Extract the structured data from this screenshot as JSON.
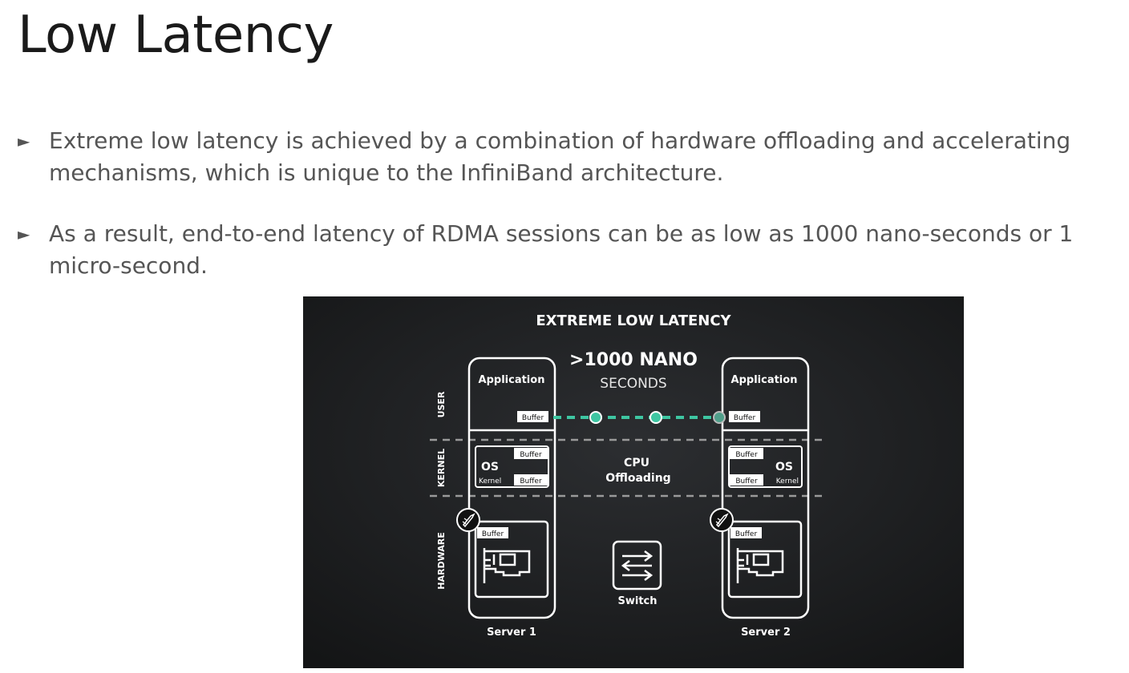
{
  "slide": {
    "title": "Low Latency",
    "bullets": [
      "Extreme low latency is achieved by a combination of hardware offloading and accelerating mechanisms, which is unique to the InfiniBand architecture.",
      "As a result, end-to-end latency of RDMA sessions can be as low as 1000 nano-seconds or 1 micro-second."
    ],
    "bullet_marker": "►"
  },
  "diagram": {
    "heading": "EXTREME LOW LATENCY",
    "latency_value": ">1000 NANO",
    "latency_unit": "SECONDS",
    "layers": {
      "user": "USER",
      "kernel": "KERNEL",
      "hardware": "HARDWARE"
    },
    "cpu_offloading": [
      "CPU",
      "Offloading"
    ],
    "switch_label": "Switch",
    "servers": [
      {
        "name": "Server 1",
        "app_label": "Application",
        "buffer": "Buffer",
        "os_label": "OS",
        "kernel_label": "Kernel"
      },
      {
        "name": "Server 2",
        "app_label": "Application",
        "buffer": "Buffer",
        "os_label": "OS",
        "kernel_label": "Kernel"
      }
    ],
    "colors": {
      "background": "#1c1e21",
      "accent": "#3ec6a2",
      "line": "#ffffff",
      "dashed": "#9a9a9a"
    }
  }
}
